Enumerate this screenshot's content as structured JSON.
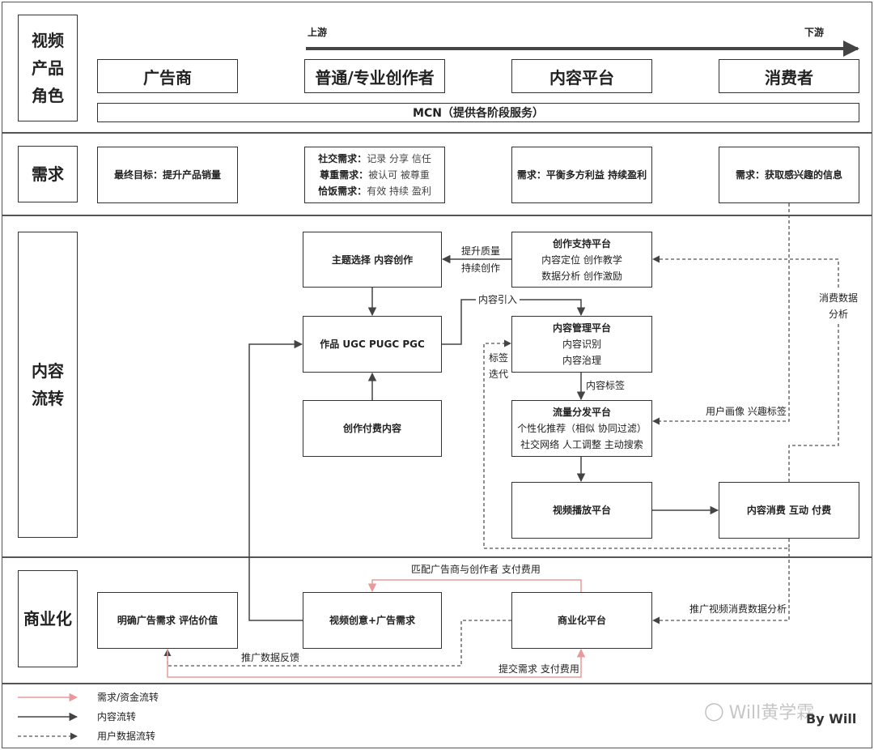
{
  "direction": {
    "upstream": "上游",
    "downstream": "下游"
  },
  "lanes": {
    "roles": "视频\n产品\n角色",
    "demand": "需求",
    "content": "内容\n流转",
    "commerce": "商业化"
  },
  "roles": {
    "advertiser": "广告商",
    "creator": "普通/专业创作者",
    "platform": "内容平台",
    "consumer": "消费者",
    "mcn": "MCN（提供各阶段服务）"
  },
  "demand": {
    "advertiser": "最终目标：提升产品销量",
    "creator_social_k": "社交需求：",
    "creator_social_v": "记录 分享 信任",
    "creator_respect_k": "尊重需求：",
    "creator_respect_v": "被认可 被尊重",
    "creator_living_k": "恰饭需求：",
    "creator_living_v": "有效 持续 盈利",
    "platform": "需求：平衡多方利益 持续盈利",
    "consumer": "需求：获取感兴趣的信息"
  },
  "content": {
    "topic": "主题选择 内容创作",
    "works": "作品 UGC PUGC PGC",
    "paid": "创作付费内容",
    "support_title": "创作支持平台",
    "support_l1": "内容定位 创作教学",
    "support_l2": "数据分析 创作激励",
    "manage_title": "内容管理平台",
    "manage_l1": "内容识别",
    "manage_l2": "内容治理",
    "dist_title": "流量分发平台",
    "dist_l1": "个性化推荐（相似 协同过滤）",
    "dist_l2": "社交网络 人工调整 主动搜索",
    "player": "视频播放平台",
    "consume": "内容消费 互动 付费"
  },
  "edge_labels": {
    "improve_l1": "提升质量",
    "improve_l2": "持续创作",
    "intro": "内容引入",
    "tag_iter_l1": "标签",
    "tag_iter_l2": "迭代",
    "content_tags": "内容标签",
    "consume_data_l1": "消费数据",
    "consume_data_l2": "分析",
    "user_profile": "用户画像 兴趣标签",
    "match": "匹配广告商与创作者 支付费用",
    "promo_analysis": "推广视频消费数据分析",
    "promo_feedback": "推广数据反馈",
    "submit": "提交需求 支付费用"
  },
  "commerce": {
    "clarify": "明确广告需求 评估价值",
    "creative": "视频创意+广告需求",
    "platform": "商业化平台"
  },
  "legend": {
    "demand_money": "需求/资金流转",
    "content_flow": "内容流转",
    "user_data": "用户数据流转"
  },
  "colors": {
    "demand_money": "#e89a9a",
    "content_flow": "#444444",
    "user_data": "#555555"
  },
  "watermark": {
    "channel": "Will黄学霖",
    "credit": "By Will"
  }
}
